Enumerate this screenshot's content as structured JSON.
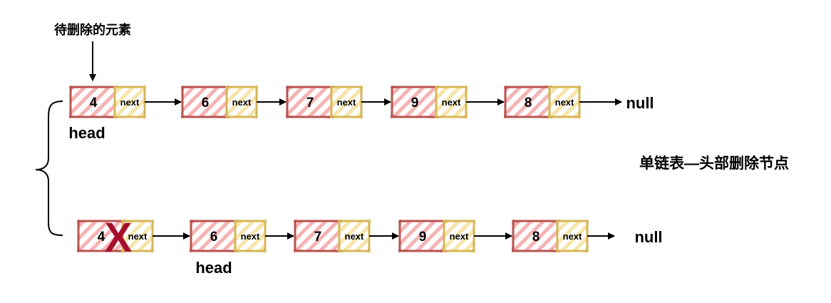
{
  "annotation": {
    "label": "待删除的元素"
  },
  "title": "单链表—头部删除节点",
  "colors": {
    "value_stroke": "#b85450",
    "value_hatch": "#f08a8a",
    "next_stroke": "#d6b656",
    "next_hatch": "#f5d98a",
    "arrow": "#000000",
    "delete_mark": "#a50f2d"
  },
  "top_list": {
    "head_label": "head",
    "tail_label": "null",
    "nodes": [
      {
        "value": "4",
        "next": "next"
      },
      {
        "value": "6",
        "next": "next"
      },
      {
        "value": "7",
        "next": "next"
      },
      {
        "value": "9",
        "next": "next"
      },
      {
        "value": "8",
        "next": "next"
      }
    ]
  },
  "bottom_list": {
    "head_label": "head",
    "tail_label": "null",
    "delete_mark": "X",
    "nodes": [
      {
        "value": "4",
        "next": "next",
        "deleted": true
      },
      {
        "value": "6",
        "next": "next"
      },
      {
        "value": "7",
        "next": "next"
      },
      {
        "value": "9",
        "next": "next"
      },
      {
        "value": "8",
        "next": "next"
      }
    ]
  }
}
